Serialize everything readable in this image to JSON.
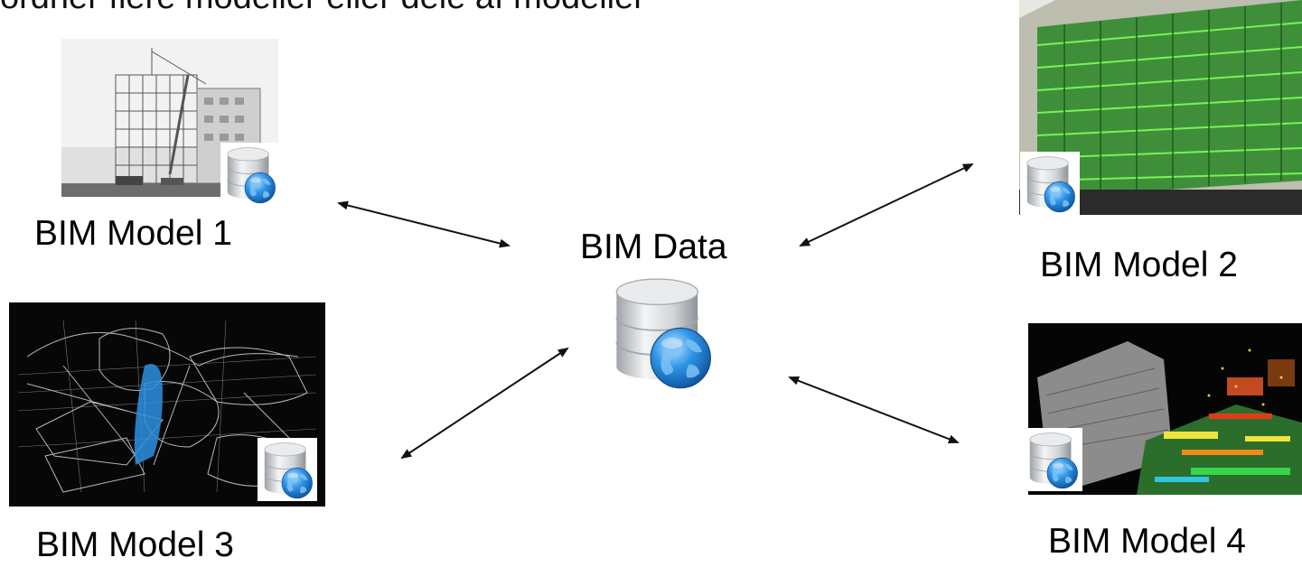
{
  "header": {
    "partial_text": "ordner flere modeller eller dele af modeller"
  },
  "center": {
    "label": "BIM Data",
    "icon": "database-globe-icon"
  },
  "models": [
    {
      "label": "BIM Model 1",
      "image": "construction-site-photo",
      "badge_icon": "database-globe-icon"
    },
    {
      "label": "BIM Model 2",
      "image": "green-structural-building-model",
      "badge_icon": "database-globe-icon"
    },
    {
      "label": "BIM Model 3",
      "image": "wireframe-building-model",
      "badge_icon": "database-globe-icon"
    },
    {
      "label": "BIM Model 4",
      "image": "point-cloud-scan",
      "badge_icon": "database-globe-icon"
    }
  ],
  "colors": {
    "database_silver": "#c9ccd0",
    "globe_blue": "#1f7fd6",
    "arrow": "#111111"
  }
}
